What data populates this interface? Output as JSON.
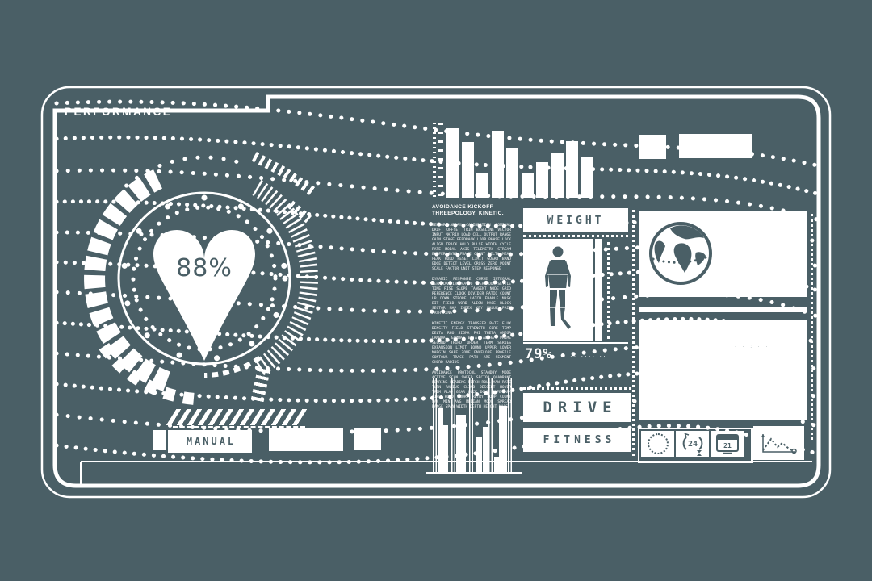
{
  "colors": {
    "background": "#4a5f66",
    "foreground": "#ffffff"
  },
  "title": "PERFORMANCE",
  "gauge": {
    "value": "88%"
  },
  "chart_data": [
    {
      "id": "activity-bars",
      "type": "bar",
      "categories": [],
      "values": [
        94,
        75,
        34,
        90,
        66,
        33,
        48,
        61,
        76,
        54
      ],
      "title": "",
      "xlabel": "",
      "ylabel": "",
      "ylim": [
        0,
        100
      ],
      "legend": false,
      "notes": "unlabeled decorative HUD bar chart with ruler axis at left"
    },
    {
      "id": "signal-equalizer",
      "type": "bar",
      "categories": [],
      "values": [
        68,
        50,
        61,
        37,
        48,
        16,
        70
      ],
      "title": "",
      "xlabel": "",
      "ylabel": "",
      "ylim": [
        0,
        100
      ],
      "legend": false,
      "notes": "thin vertical gridlines with short bars, bottom-left of center column"
    }
  ],
  "info_text": {
    "heading_line1": "AVOIDANCE KICKOFF",
    "heading_line2": "THREEPOLOGY, KINETIC.",
    "paragraphs": [
      "SENSOR ARRAY CALIBRATION NOMINAL DRIFT OFFSET TRIM BASELINE VECTOR INPUT MATRIX LOAD CELL OUTPUT RANGE GAIN STAGE FEEDBACK LOOP PHASE LOCK ALIGN TRACK HOLD PULSE WIDTH CYCLE RATE MODAL AXIS TELEMETRY STREAM BUFFER SYNC FRAME COUNT DELTA MEAN PEAK HOLD RESET LIMIT GUARD BAND EDGE DETECT LEVEL CROSS ZERO POINT SCALE FACTOR UNIT STEP RESPONSE",
      "DYNAMIC RESPONSE CURVE INTEGRAL TERM DAMPING RATIO OVERSHOOT SETTLE TIME RISE SLOPE TANGENT NODE GRID REFERENCE CLOCK DIVIDER RATIO COUNT UP DOWN STROBE LATCH ENABLE MASK BIT FIELD WORD ALIGN PAGE BLOCK SECTOR MAP INDEX KEY VALUE PAIR HASH RING",
      "KINETIC ENERGY TRANSFER RATE FLUX DENSITY FIELD STRENGTH CORE TEMP DELTA RHO SIGMA PHI THETA OMEGA LAMBDA GAMMA BETA ALPHA PRIME SECOND THIRD ORDER TERM SERIES EXPANSION LIMIT BOUND UPPER LOWER MARGIN SAFE ZONE ENVELOPE PROFILE CONTOUR TRACE PATH ARC SEGMENT CHORD RADIUS",
      "AVOIDANCE PROTOCOL STANDBY MODE ACTIVE SCAN SWEEP SECTOR QUADRANT BEARING HEADING PITCH ROLL YAW RATE TURN RADIUS CLIMB DESCENT HOVER TRIM FLAP GEAR LOCK DOWN SAFE ARM FIRE HOLD ABORT RETRY LOOP COUNT MAX MIN AVG MEDIAN MODE SPREAD RANGE SPAN WIDTH DEPTH HEIGHT MASS"
    ]
  },
  "weight_panel": {
    "header": "WEIGHT",
    "value": "79%",
    "caption": "·· ···· ··"
  },
  "buttons": {
    "drive": "DRIVE",
    "fitness": "FITNESS",
    "manual": "MANUAL"
  },
  "icons_row": {
    "clock": "clock",
    "day_counter": "24",
    "calendar_day": "21",
    "chart": "activity-trend"
  },
  "detail_panel": {
    "faint_text": "· · : · ·"
  }
}
